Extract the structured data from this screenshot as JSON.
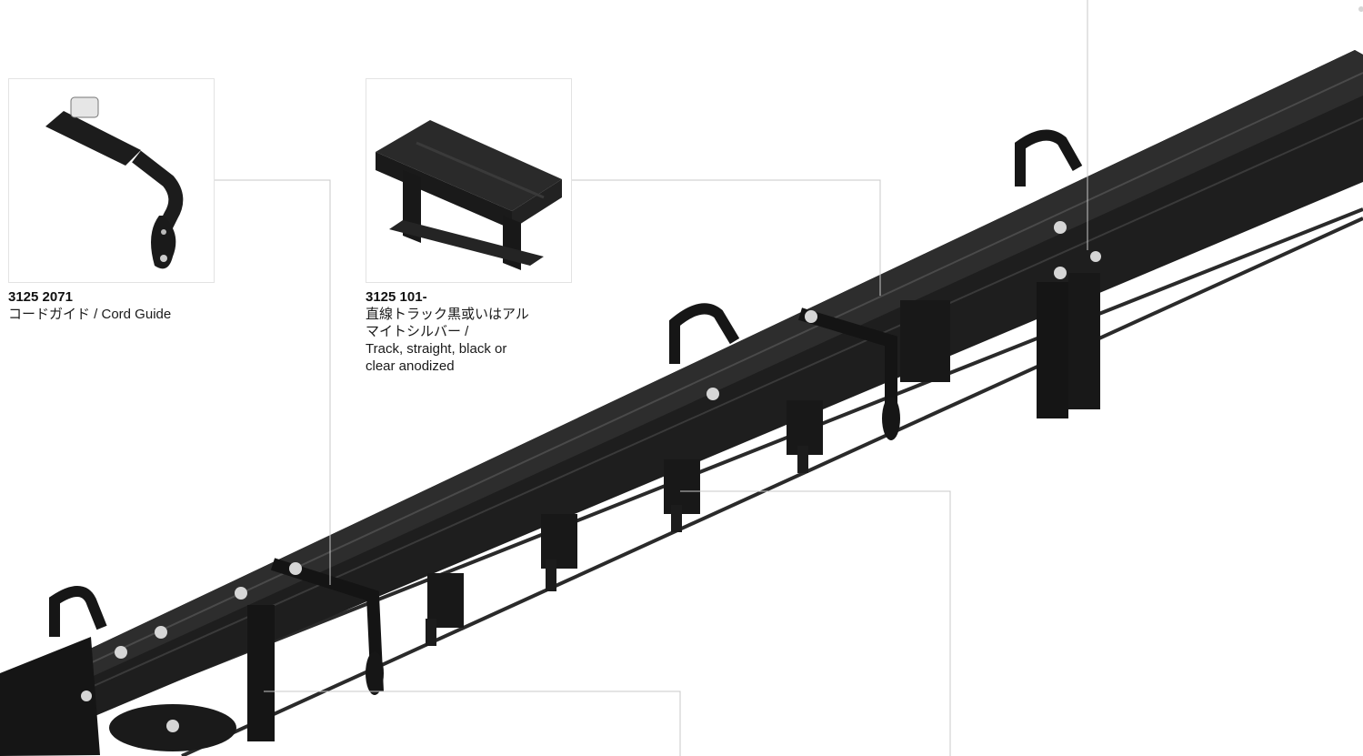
{
  "colors": {
    "track": "#1e1e1e",
    "track_edge": "#3a3a3a",
    "bolt": "#d6d6d6",
    "leader_line": "#c8c8c8",
    "thumb_border": "#e3e3e3"
  },
  "parts": [
    {
      "code": "3125 2071",
      "description": "コードガイド / Cord Guide"
    },
    {
      "code": "3125 101-",
      "description": "直線トラック黒或いはアル\nマイトシルバー /\nTrack, straight, black or\nclear anodized"
    }
  ]
}
